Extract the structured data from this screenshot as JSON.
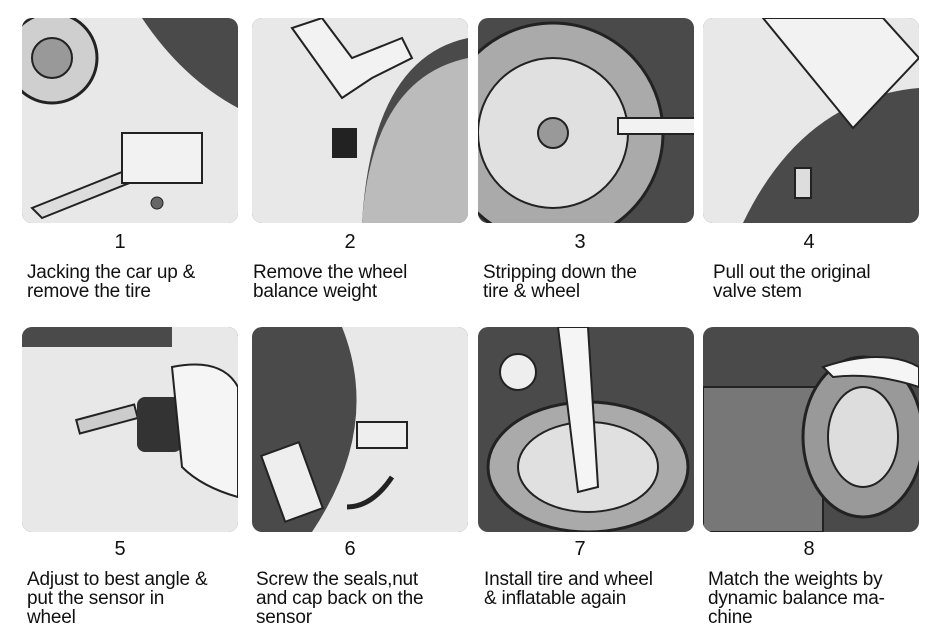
{
  "steps": [
    {
      "number": "1",
      "lines": [
        "Jacking the car up &",
        "remove the tire"
      ]
    },
    {
      "number": "2",
      "lines": [
        "Remove the wheel",
        "balance weight"
      ]
    },
    {
      "number": "3",
      "lines": [
        "Stripping down the",
        "tire & wheel"
      ]
    },
    {
      "number": "4",
      "lines": [
        "Pull out the original",
        "valve stem"
      ]
    },
    {
      "number": "5",
      "lines": [
        "Adjust to best angle &",
        "put the sensor in",
        "wheel"
      ]
    },
    {
      "number": "6",
      "lines": [
        "Screw the seals,nut",
        "and cap back on the",
        "sensor"
      ]
    },
    {
      "number": "7",
      "lines": [
        "Install tire and wheel",
        "& inflatable again"
      ]
    },
    {
      "number": "8",
      "lines": [
        "Match the weights by",
        "dynamic balance ma-",
        "chine"
      ]
    }
  ]
}
